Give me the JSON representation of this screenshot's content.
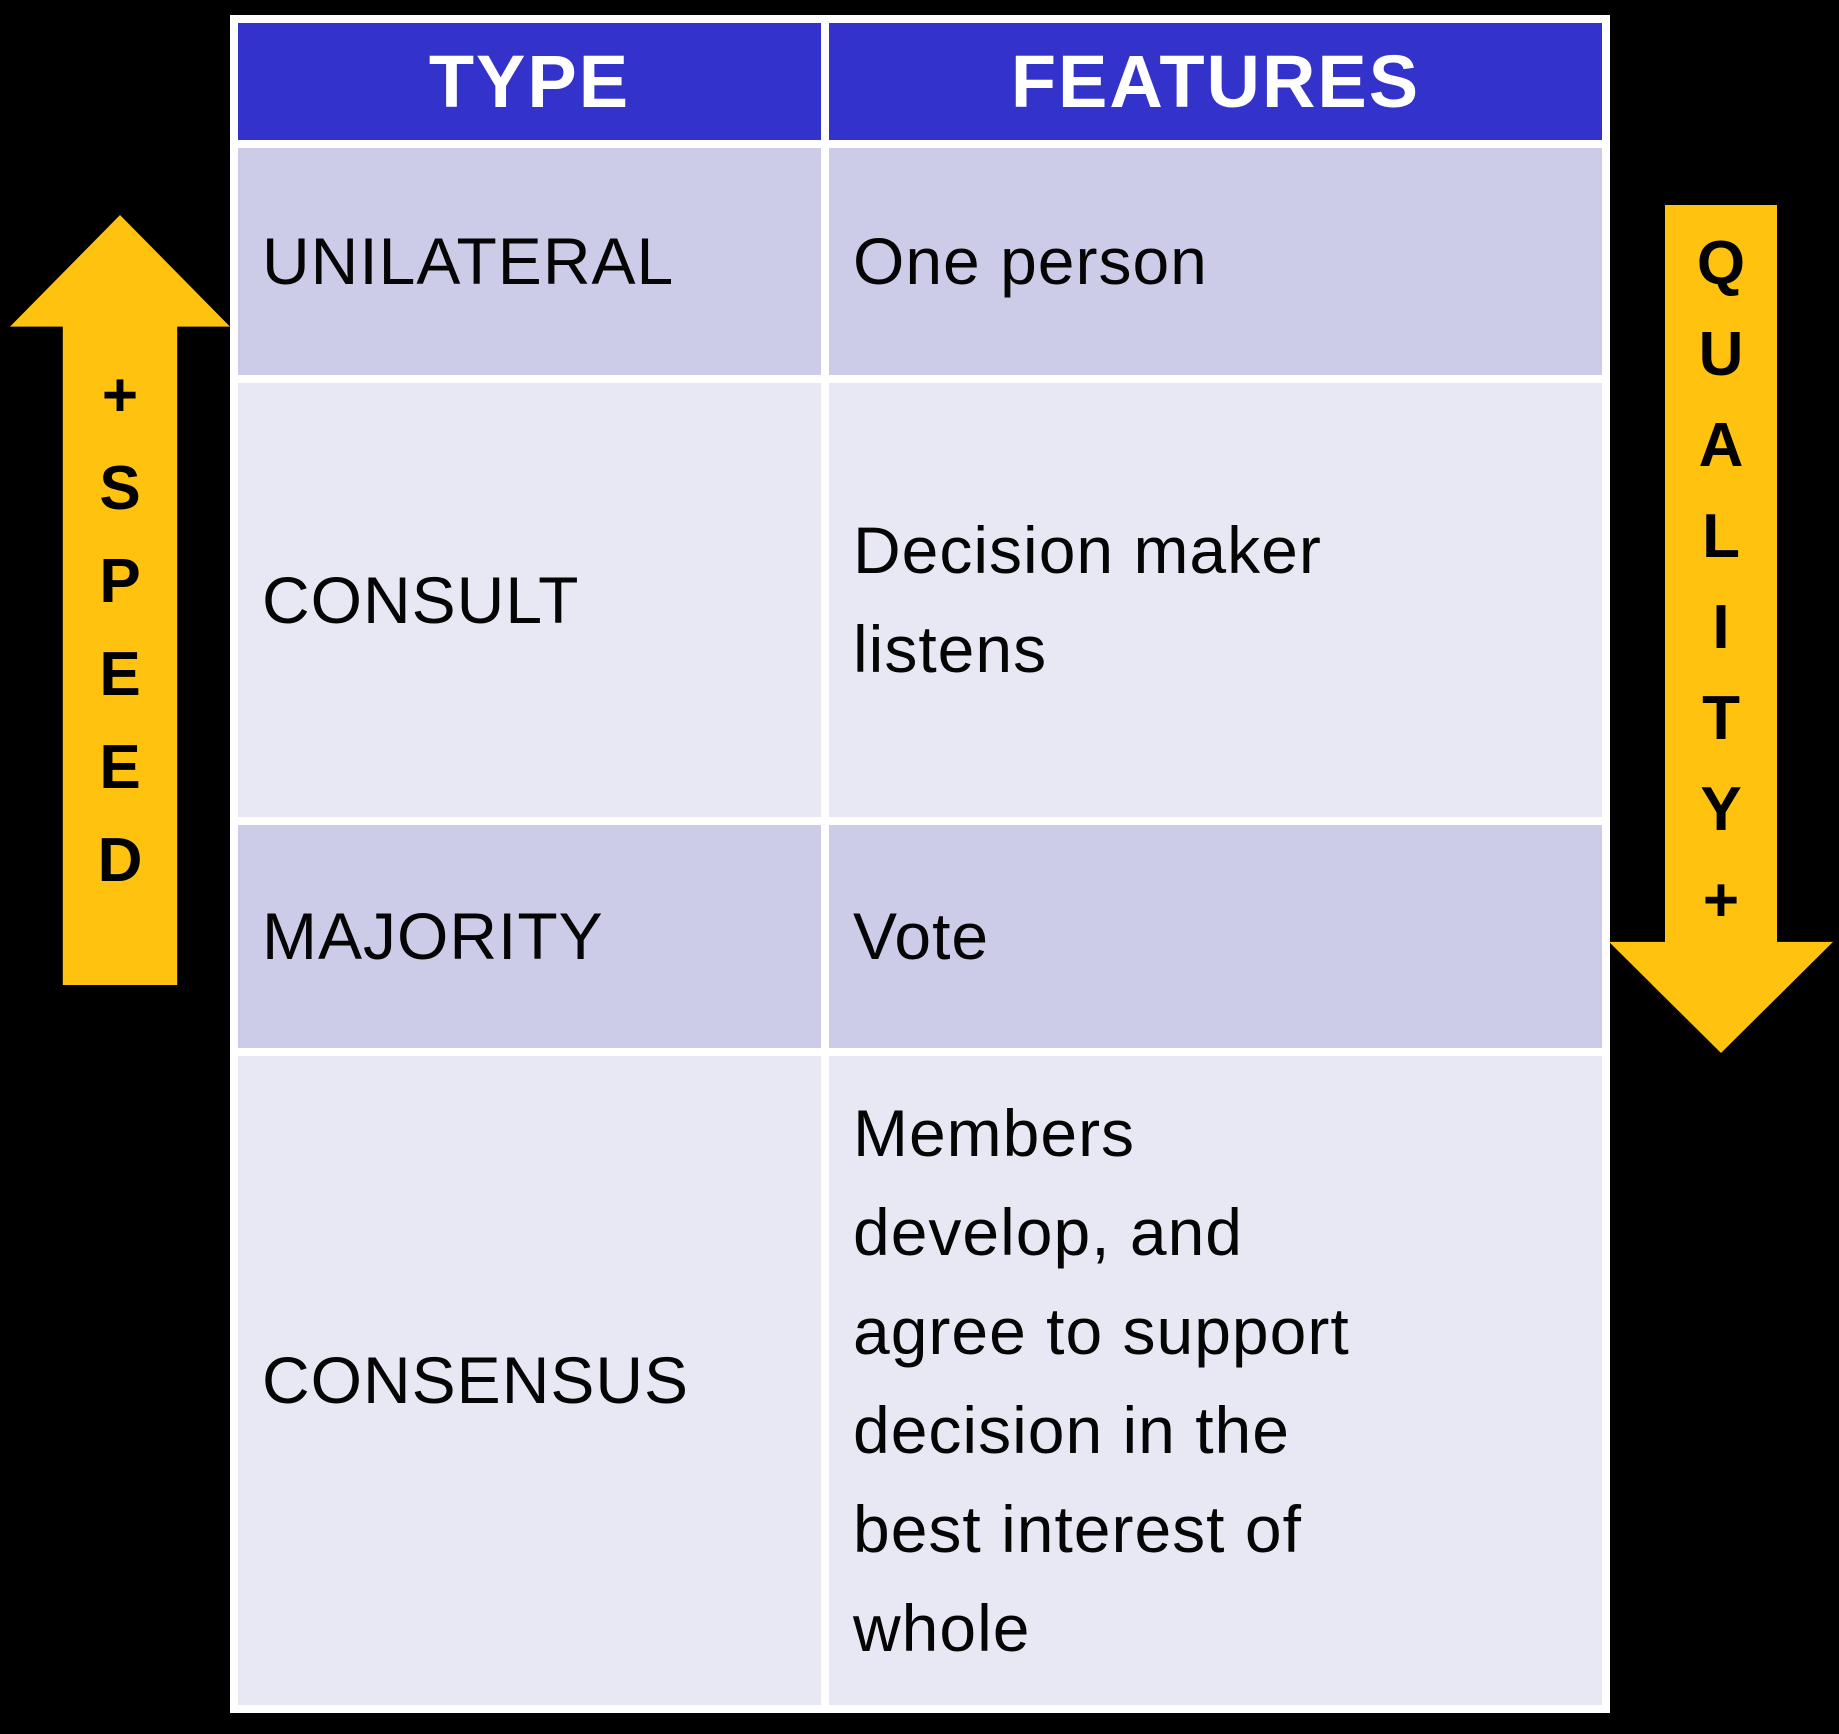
{
  "table": {
    "headers": {
      "type": "TYPE",
      "features": "FEATURES"
    },
    "rows": [
      {
        "type": "UNILATERAL",
        "features": "One person",
        "shade": "dark"
      },
      {
        "type": "CONSULT",
        "features": "Decision maker\nlistens",
        "shade": "light"
      },
      {
        "type": "MAJORITY",
        "features": "Vote",
        "shade": "dark"
      },
      {
        "type": "CONSENSUS",
        "features": "Members\ndevelop, and\nagree to support\ndecision in the\nbest interest of\nwhole",
        "shade": "light"
      }
    ]
  },
  "arrows": {
    "speed": {
      "label": "+SPEED",
      "direction": "up",
      "letters": [
        "+",
        "S",
        "P",
        "E",
        "E",
        "D"
      ]
    },
    "quality": {
      "label": "QUALITY+",
      "direction": "down",
      "letters": [
        "Q",
        "U",
        "A",
        "L",
        "I",
        "T",
        "Y",
        "+"
      ]
    }
  },
  "colors": {
    "background": "#000000",
    "header_blue": "#3333CC",
    "row_dark_lavender": "#CCCCE8",
    "row_light_lavender": "#E8E8F4",
    "arrow_gold": "#FFC20E",
    "table_border_white": "#FFFFFF",
    "body_text": "#050505",
    "header_text": "#FFFFFF"
  }
}
